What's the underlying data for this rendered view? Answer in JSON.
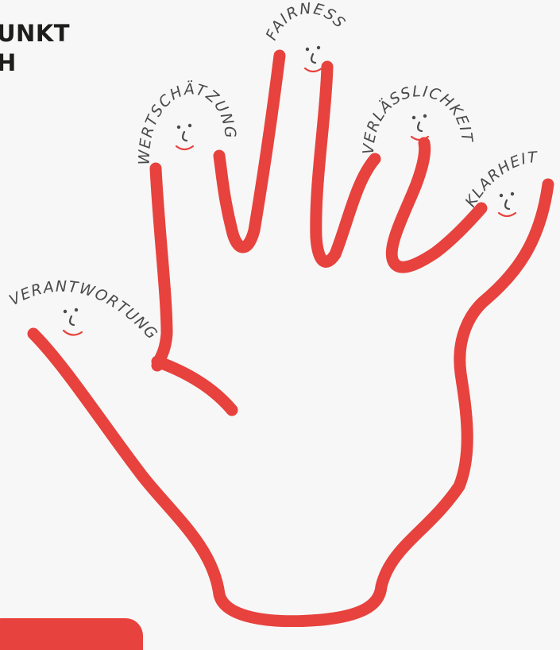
{
  "header": {
    "line1": "UNKT",
    "line2": "H"
  },
  "fingers": [
    {
      "label": "VERANTWORTUNG"
    },
    {
      "label": "WERTSCHÄTZUNG"
    },
    {
      "label": "FAIRNESS"
    },
    {
      "label": "VERLÄSSLICHKEIT"
    },
    {
      "label": "KLARHEIT"
    }
  ],
  "colors": {
    "outline": "#e7423d",
    "text": "#1d1d1b",
    "label": "#4a4a4a",
    "background": "#f7f7f7"
  }
}
